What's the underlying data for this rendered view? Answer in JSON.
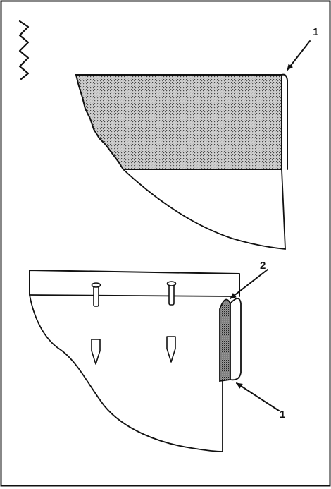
{
  "callouts": {
    "top_edge": "1",
    "bottom_coating": "2",
    "bottom_edge": "1"
  },
  "colors": {
    "ink": "#111111",
    "paper": "#ffffff"
  },
  "icons": {
    "corner_mark": "zigzag-icon"
  }
}
